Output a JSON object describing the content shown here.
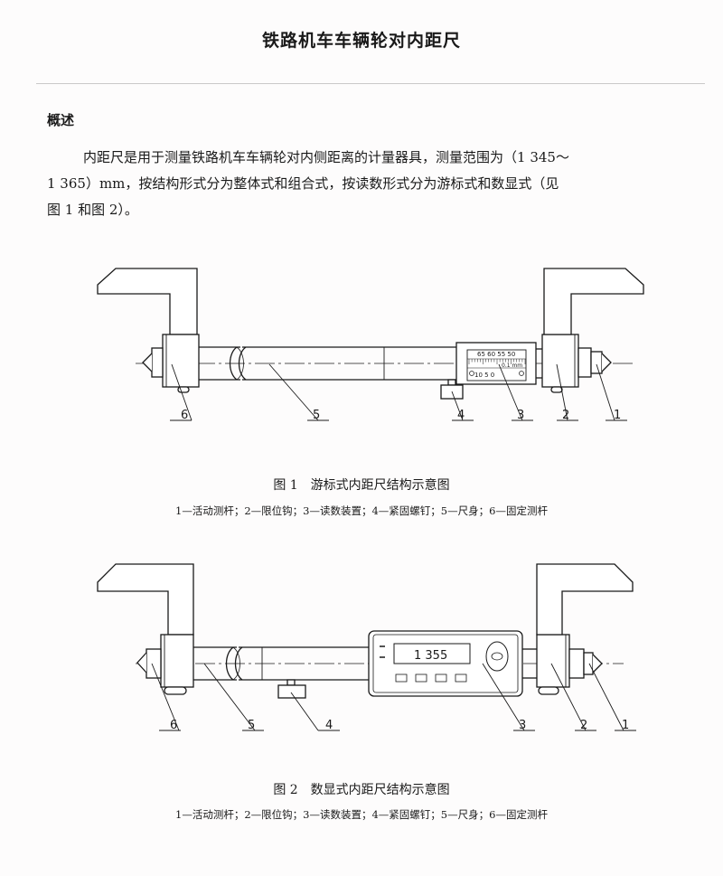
{
  "document": {
    "title": "铁路机车车辆轮对内距尺",
    "section_heading": "概述",
    "paragraph_lines": [
      "内距尺是用于测量铁路机车车辆轮对内侧距离的计量器具，测量范围为（1 345～",
      "1 365）mm，按结构形式分为整体式和组合式，按读数形式分为游标式和数显式（见",
      "图 1 和图 2）。"
    ]
  },
  "figure1": {
    "caption": "图 1　游标式内距尺结构示意图",
    "legend": "1—活动测杆；2—限位钩；3—读数装置；4—紧固螺钉；5—尺身；6—固定测杆",
    "callouts": [
      "1",
      "2",
      "3",
      "4",
      "5",
      "6"
    ],
    "vernier_main_scale": "65 60 55 50",
    "vernier_sub_scale": "10 5 0",
    "vernier_resolution": "0.1 mm"
  },
  "figure2": {
    "caption": "图 2　数显式内距尺结构示意图",
    "legend": "1—活动测杆；2—限位钩；3—读数装置；4—紧固螺钉；5—尺身；6—固定测杆",
    "callouts": [
      "1",
      "2",
      "3",
      "4",
      "5",
      "6"
    ],
    "display_reading": "1 355"
  }
}
